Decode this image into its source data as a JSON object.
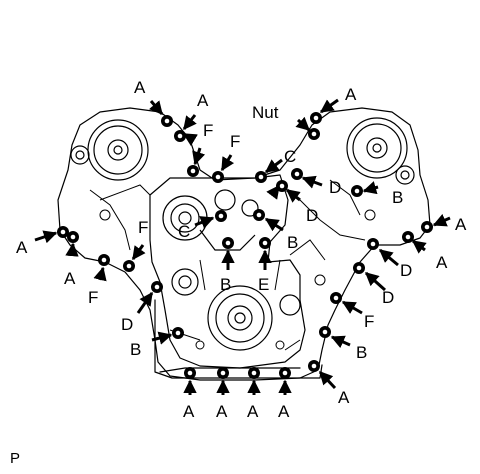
{
  "labels": {
    "nut": "Nut",
    "a": "A",
    "b": "B",
    "c": "C",
    "d": "D",
    "e": "E",
    "f": "F"
  },
  "footer": "P"
}
